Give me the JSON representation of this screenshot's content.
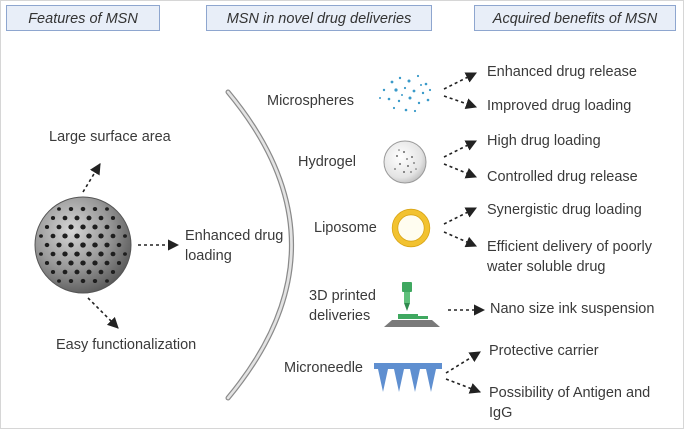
{
  "headers": {
    "features": "Features of MSN",
    "deliveries": "MSN in novel drug deliveries",
    "benefits": "Acquired benefits of MSN"
  },
  "features": {
    "surface_area": "Large surface area",
    "loading_line1": "Enhanced drug",
    "loading_line2": "loading",
    "functionalization": "Easy functionalization"
  },
  "deliveries": {
    "microspheres": "Microspheres",
    "hydrogel": "Hydrogel",
    "liposome": "Liposome",
    "printed_line1": "3D printed",
    "printed_line2": "deliveries",
    "microneedle": "Microneedle"
  },
  "benefits": {
    "enhanced_release": "Enhanced drug release",
    "improved_loading": "Improved drug loading",
    "high_loading": "High drug loading",
    "controlled_release": "Controlled drug release",
    "synergistic_loading": "Synergistic drug loading",
    "efficient_line1": "Efficient delivery of poorly",
    "efficient_line2": "water soluble drug",
    "nano_ink": "Nano size ink suspension",
    "protective_carrier": "Protective carrier",
    "antigen_line1": "Possibility of Antigen and",
    "antigen_line2": "IgG"
  },
  "icons": {
    "msn_sphere": "msn-sphere-icon",
    "microspheres": "microspheres-icon",
    "hydrogel": "hydrogel-icon",
    "liposome": "liposome-icon",
    "printer": "3d-printer-icon",
    "microneedle": "microneedle-icon"
  },
  "colors": {
    "header_fill": "#e8eef8",
    "header_border": "#8ea6cf",
    "microsphere_dots": "#3a9ac9",
    "liposome": "#f2c230",
    "printer_green": "#3fa860",
    "microneedle_blue": "#5f8fd0"
  }
}
